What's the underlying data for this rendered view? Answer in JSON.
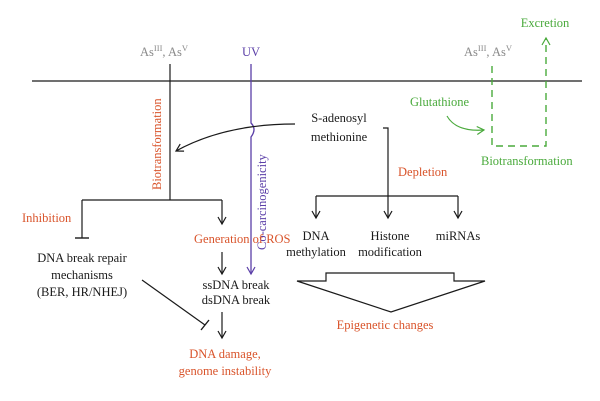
{
  "labels": {
    "as_left_base1": "As",
    "as_left_sup1": "III",
    "as_left_sep": ", As",
    "as_left_sup2": "V",
    "as_right_base1": "As",
    "as_right_sup1": "III",
    "as_right_sep": ", As",
    "as_right_sup2": "V",
    "uv": "UV",
    "excretion": "Excretion",
    "glutathione": "Glutathione",
    "biotransformation_right": "Biotransformation",
    "biotransformation_vertical": "Biotransformation",
    "co_carcinogenicity": "Co-carcinogenicity",
    "sam_line1": "S-adenosyl",
    "sam_line2": "methionine",
    "depletion": "Depletion",
    "inhibition": "Inhibition",
    "generation_ros": "Generation of ROS",
    "repair_line1": "DNA break repair",
    "repair_line2": "mechanisms",
    "repair_line3": "(BER, HR/NHEJ)",
    "ssdna": "ssDNA break",
    "dsdna": "dsDNA break",
    "dna_methylation_line1": "DNA",
    "dna_methylation_line2": "methylation",
    "histone_line1": "Histone",
    "histone_line2": "modification",
    "mirnas": "miRNAs",
    "epigenetic": "Epigenetic changes",
    "damage_line1": "DNA damage,",
    "damage_line2": "genome instability"
  },
  "colors": {
    "black": "#1a1a1a",
    "red": "#d9542b",
    "gray": "#8a8a8a",
    "purple": "#5b3fa8",
    "green": "#4aaa3c"
  }
}
